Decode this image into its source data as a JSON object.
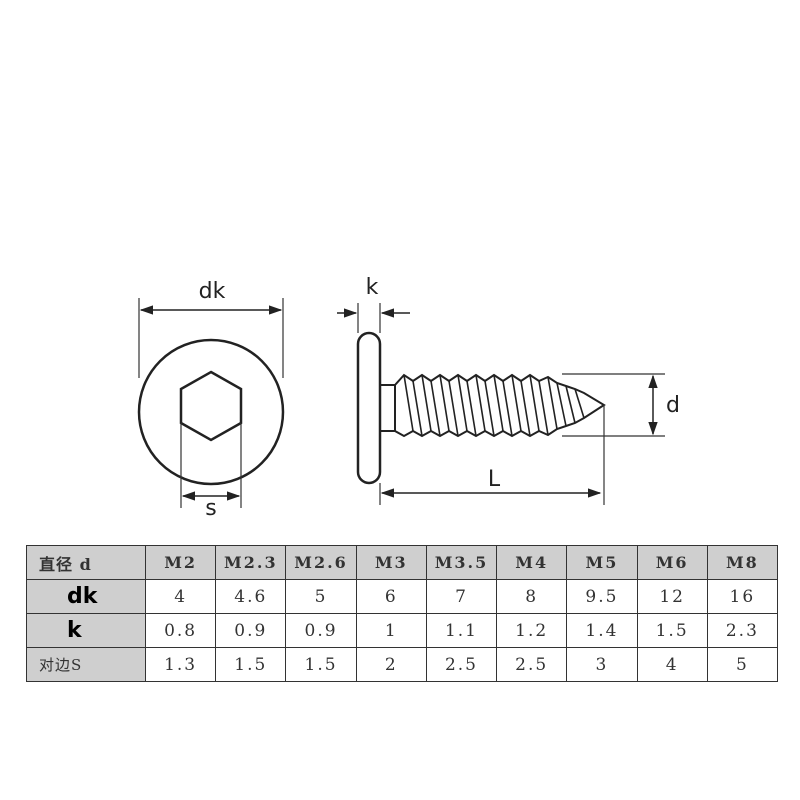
{
  "diagram": {
    "labels": {
      "dk": "dk",
      "s": "s",
      "k": "k",
      "d": "d",
      "L": "L"
    }
  },
  "table": {
    "header_label": "直径 d",
    "sizes": [
      "M2",
      "M2.3",
      "M2.6",
      "M3",
      "M3.5",
      "M4",
      "M5",
      "M6",
      "M8"
    ],
    "rows": [
      {
        "label": "dk",
        "values": [
          "4",
          "4.6",
          "5",
          "6",
          "7",
          "8",
          "9.5",
          "12",
          "16"
        ]
      },
      {
        "label": "k",
        "values": [
          "0.8",
          "0.9",
          "0.9",
          "1",
          "1.1",
          "1.2",
          "1.4",
          "1.5",
          "2.3"
        ]
      },
      {
        "label": "对边S",
        "values": [
          "1.3",
          "1.5",
          "1.5",
          "2",
          "2.5",
          "2.5",
          "3",
          "4",
          "5"
        ]
      }
    ]
  }
}
